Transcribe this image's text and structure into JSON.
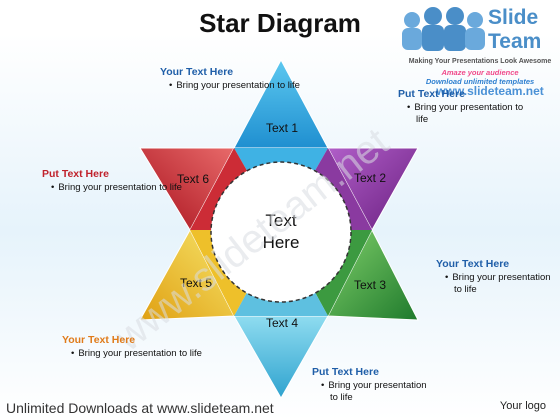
{
  "title": "Star Diagram",
  "logo": {
    "word1": "Slide",
    "word2": "Team",
    "tagline": "Making Your Presentations Look Awesome",
    "promo1": "Amaze your audience",
    "promo2": "Download unlimited templates",
    "url": "www.slideteam.net"
  },
  "center": {
    "line1": "Text",
    "line2": "Here"
  },
  "segments": [
    {
      "label": "Text 1",
      "color": "#29a9e1"
    },
    {
      "label": "Text 2",
      "color": "#7b2f8e"
    },
    {
      "label": "Text 3",
      "color": "#2e8b3a"
    },
    {
      "label": "Text 4",
      "color": "#4bb8d9"
    },
    {
      "label": "Text 5",
      "color": "#e8b81c"
    },
    {
      "label": "Text 6",
      "color": "#c4202b"
    }
  ],
  "callouts": {
    "top_left": {
      "heading": "Your Text Here",
      "bullet": "Bring your presentation to life",
      "color": "#1f5ea8"
    },
    "top_right": {
      "heading": "Put Text Here",
      "bullet": "Bring your presentation to life",
      "color": "#1f5ea8"
    },
    "left": {
      "heading": "Put Text Here",
      "bullet": "Bring your presentation to life",
      "color": "#c0212b"
    },
    "right": {
      "heading": "Your Text Here",
      "bullet": "Bring your presentation to life",
      "color": "#1f5ea8"
    },
    "bottom_left": {
      "heading": "Your Text Here",
      "bullet": "Bring your presentation to life",
      "color": "#e07b1a"
    },
    "bottom": {
      "heading": "Put Text Here",
      "bullet": "Bring your presentation to life",
      "color": "#1f5ea8"
    }
  },
  "watermark": "www.slideteam.net",
  "footer": {
    "left": "Unlimited Downloads at www.slideteam.net",
    "right": "Your logo"
  }
}
